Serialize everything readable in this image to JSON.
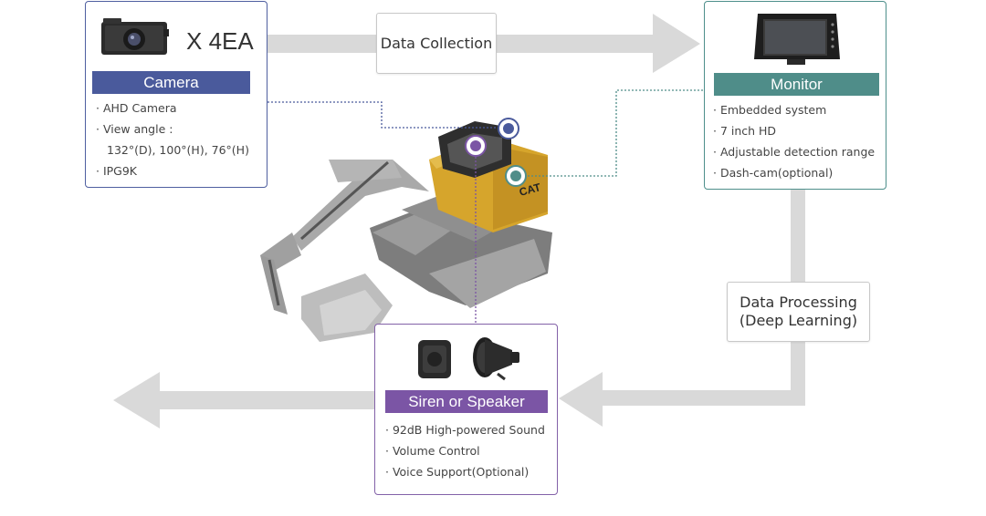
{
  "camera": {
    "title": "Camera",
    "count": "X 4EA",
    "features": [
      "· AHD Camera",
      "· View angle :",
      "132°(D), 100°(H), 76°(H)",
      "· IPG9K"
    ]
  },
  "monitor": {
    "title": "Monitor",
    "features": [
      "· Embedded system",
      "· 7 inch HD",
      "· Adjustable detection range",
      "· Dash-cam(optional)"
    ]
  },
  "siren": {
    "title": "Siren or Speaker",
    "features": [
      "· 92dB High-powered Sound",
      "· Volume Control",
      "· Voice Support(Optional)"
    ]
  },
  "flow": {
    "data_collection": "Data Collection",
    "data_processing_line1": "Data Processing",
    "data_processing_line2": "(Deep Learning)"
  },
  "colors": {
    "camera_accent": "#4a5a9c",
    "monitor_accent": "#4f8d89",
    "siren_accent": "#7b55a5",
    "arrow": "#d6d6d6",
    "excavator_yellow": "#d9a82b"
  },
  "icons": [
    "camera-device-icon",
    "monitor-device-icon",
    "speaker-box-icon",
    "horn-siren-icon",
    "excavator-image"
  ]
}
